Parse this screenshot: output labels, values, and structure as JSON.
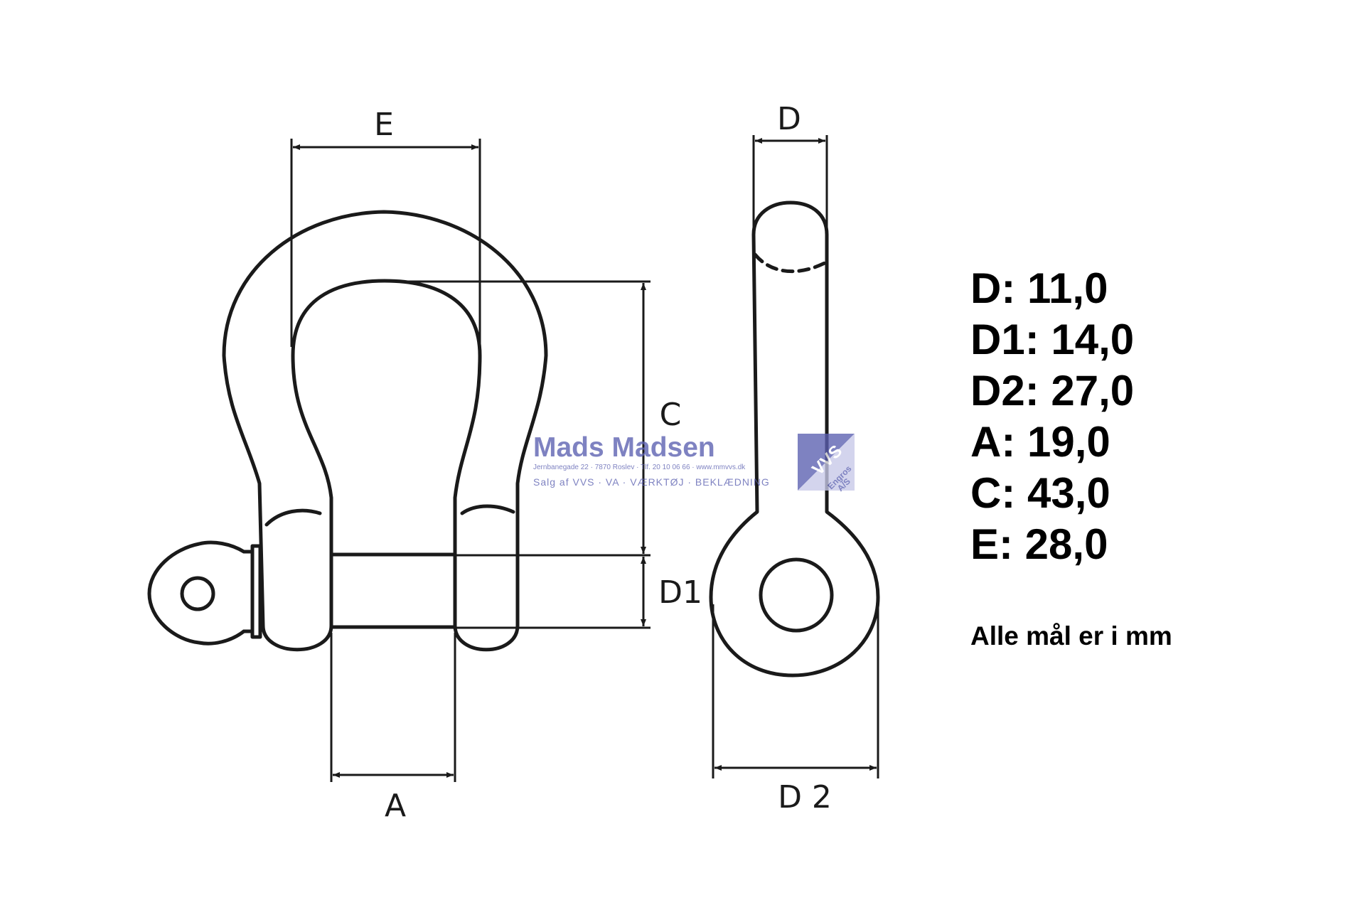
{
  "drawing": {
    "labels": {
      "e": "E",
      "c": "C",
      "d1": "D1",
      "a": "A",
      "d": "D",
      "d2": "D 2"
    }
  },
  "specs": [
    {
      "text": "D: 11,0"
    },
    {
      "text": "D1: 14,0"
    },
    {
      "text": "D2: 27,0"
    },
    {
      "text": "A: 19,0"
    },
    {
      "text": "C: 43,0"
    },
    {
      "text": "E: 28,0"
    }
  ],
  "note": "Alle mål er i mm",
  "watermark": {
    "name": "Mads Madsen",
    "address": "Jernbanegade 22 · 7870 Roslev · Tlf. 20 10 06 66 · www.mmvvs.dk",
    "tagline": "Salg af  VVS · VA · VÆRKTØJ · BEKLÆDNING",
    "badge_main": "VVS",
    "badge_sub1": "Engros",
    "badge_sub2": "A/S",
    "color": "#5a5fb0"
  },
  "colors": {
    "line": "#1a1a1a",
    "background": "#ffffff"
  }
}
